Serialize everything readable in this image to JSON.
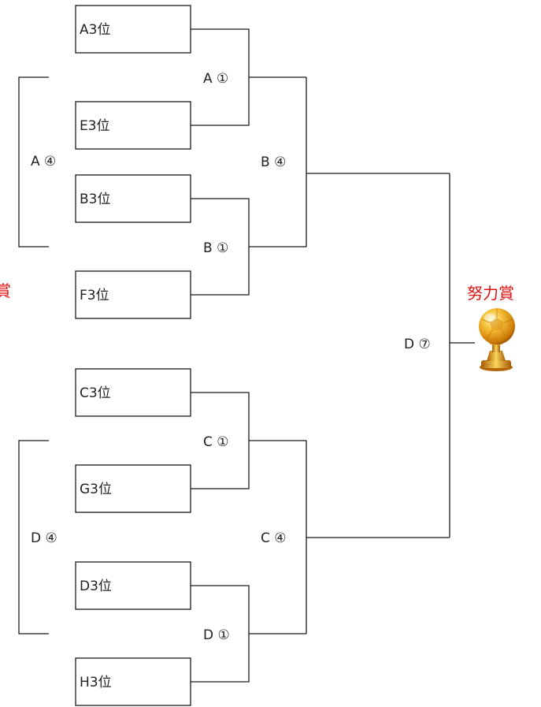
{
  "colors": {
    "award": "#e01010",
    "line": "#1a1a1a"
  },
  "teams": [
    "A3位",
    "E3位",
    "B3位",
    "F3位",
    "C3位",
    "G3位",
    "D3位",
    "H3位"
  ],
  "round1": [
    "A ①",
    "B ①",
    "C ①",
    "D ①"
  ],
  "round2": [
    "B ④",
    "C ④"
  ],
  "consolation": [
    "A ④",
    "D ④"
  ],
  "final": "D ⑦",
  "award": {
    "label": "努力賞",
    "left_fragment": "賞",
    "icon": "trophy-icon"
  }
}
